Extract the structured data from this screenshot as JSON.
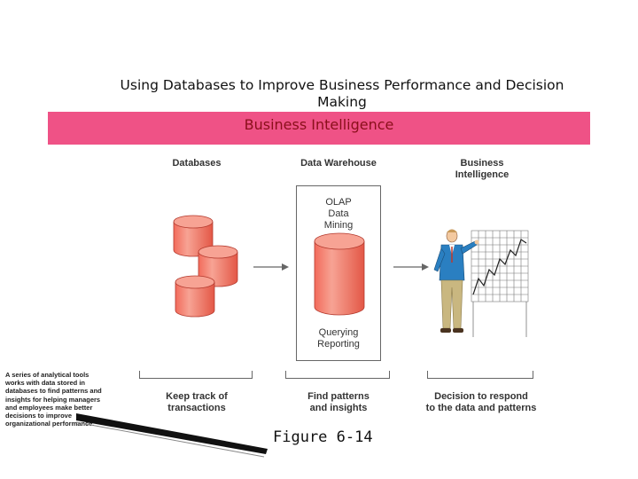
{
  "slide": {
    "title": "Using Databases to Improve Business Performance and Decision Making",
    "banner": "Business Intelligence",
    "figure_caption": "Figure 6-14",
    "side_note": "A series of analytical tools works with data stored in databases to find patterns and insights for helping managers and employees make better decisions to improve organizational performance."
  },
  "diagram": {
    "col1_header": "Databases",
    "col2_header": "Data Warehouse",
    "col3_header_line1": "Business",
    "col3_header_line2": "Intelligence",
    "warehouse_top_line1": "OLAP",
    "warehouse_top_line2": "Data",
    "warehouse_top_line3": "Mining",
    "warehouse_bottom_line1": "Querying",
    "warehouse_bottom_line2": "Reporting",
    "caption1_line1": "Keep track of",
    "caption1_line2": "transactions",
    "caption2_line1": "Find patterns",
    "caption2_line2": "and insights",
    "caption3_line1": "Decision to respond",
    "caption3_line2": "to the data and patterns"
  },
  "colors": {
    "banner": "#ef5286",
    "banner_text": "#8a0f1a",
    "cylinder_fill": "#f26b5b",
    "cylinder_light": "#f7a394"
  }
}
